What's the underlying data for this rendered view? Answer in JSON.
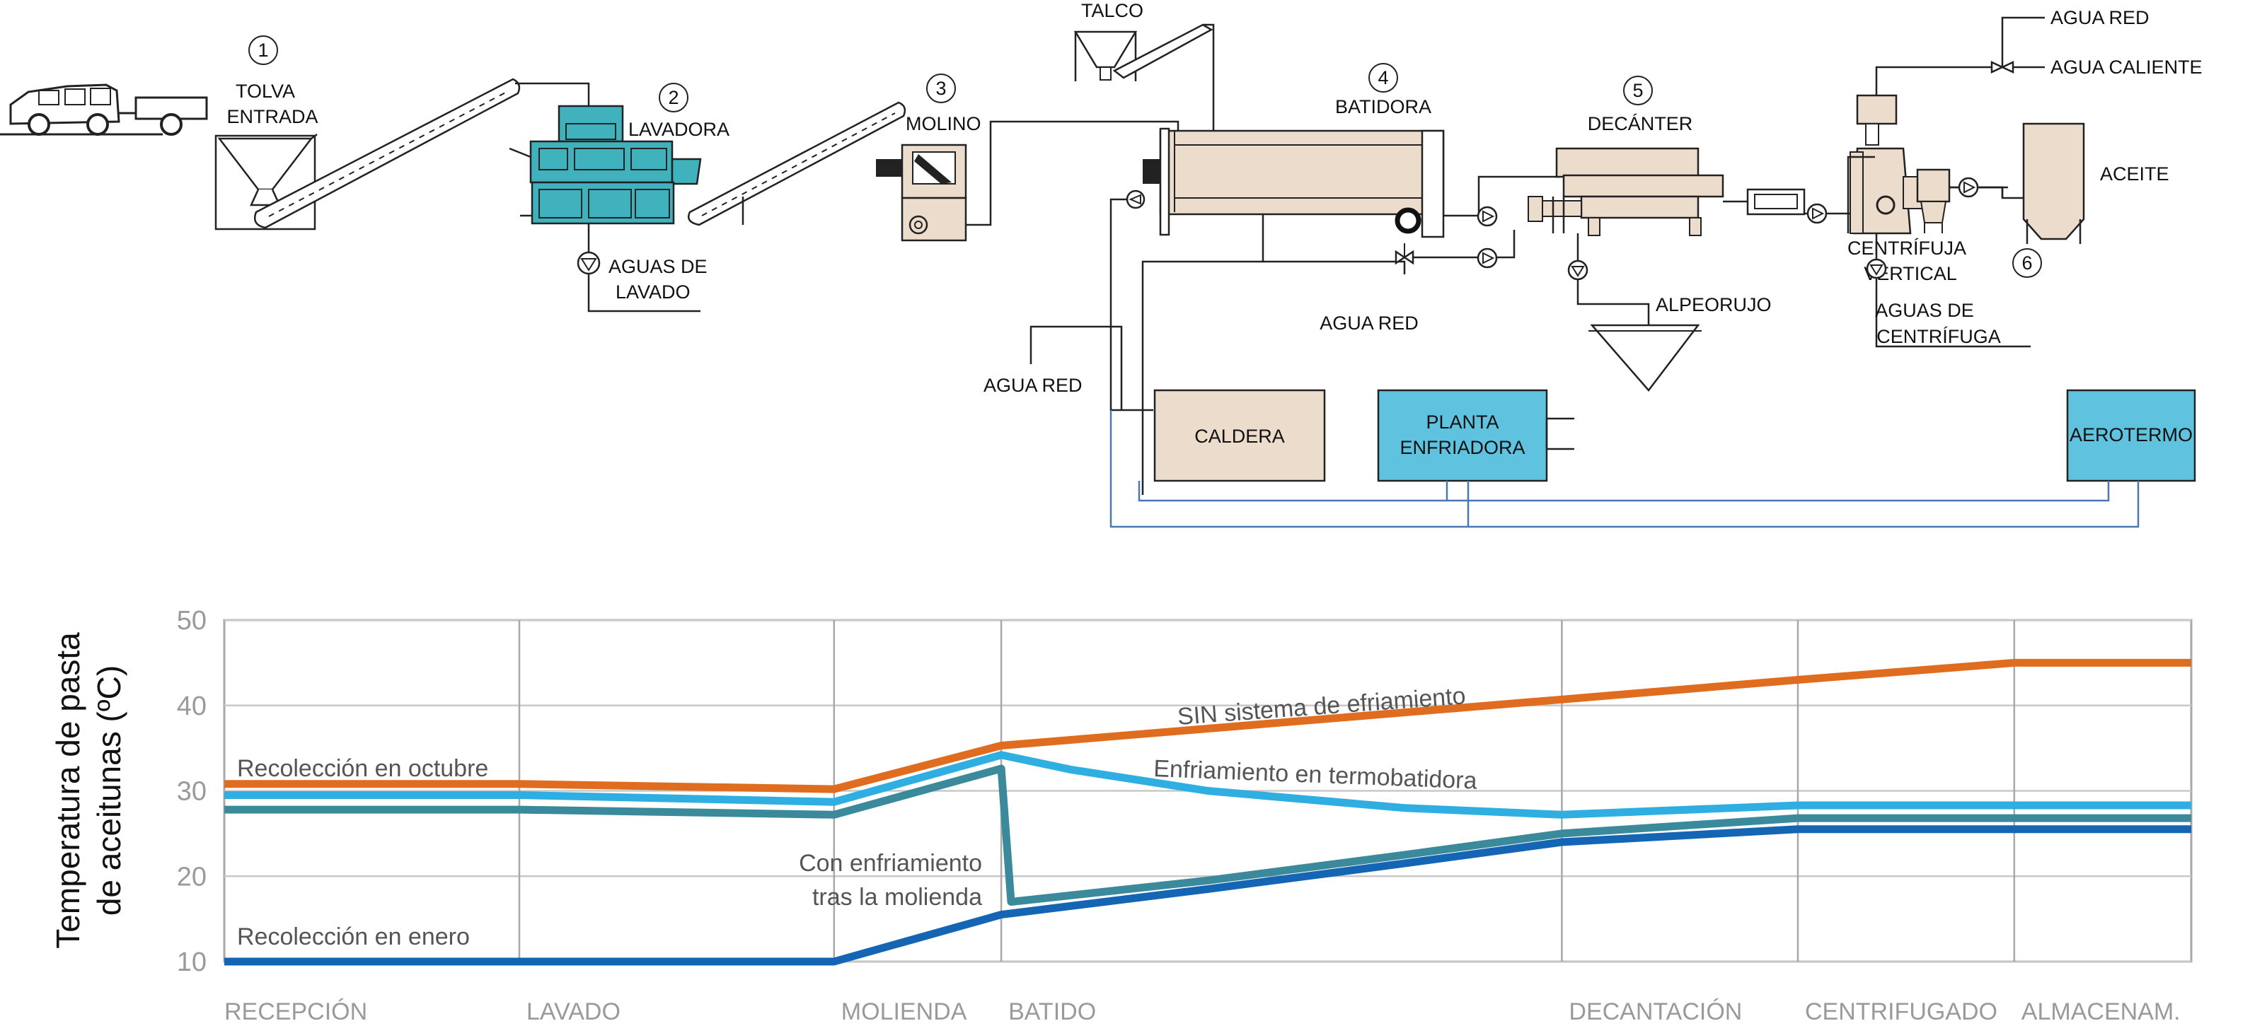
{
  "diagram": {
    "steps": [
      {
        "num": "1",
        "label_lines": [
          "TOLVA",
          "ENTRADA"
        ]
      },
      {
        "num": "2",
        "label_lines": [
          "LAVADORA"
        ]
      },
      {
        "num": "3",
        "label_lines": [
          "MOLINO"
        ]
      },
      {
        "num": "4",
        "label_lines": [
          "BATIDORA"
        ]
      },
      {
        "num": "5",
        "label_lines": [
          "DECÁNTER"
        ]
      },
      {
        "num": "6",
        "label_lines": [
          "CENTRÍFUJA",
          "VERTICAL"
        ]
      }
    ],
    "talco": "TALCO",
    "aguas_lavado": [
      "AGUAS DE",
      "LAVADO"
    ],
    "agua_red_batidora": "AGUA RED",
    "agua_red_caldera": "AGUA RED",
    "alpeorujo": "ALPEORUJO",
    "agua_red_top": "AGUA RED",
    "agua_caliente": "AGUA CALIENTE",
    "aceite": "ACEITE",
    "aguas_centrifuga": [
      "AGUAS DE",
      "CENTRÍFUGA"
    ],
    "caldera": "CALDERA",
    "planta_enfriadora": [
      "PLANTA",
      "ENFRIADORA"
    ],
    "aerotermo": "AEROTERMO",
    "colors": {
      "tan": "#ecdccb",
      "teal": "#3fb2bd",
      "cyan": "#5fc3df",
      "water": "#4a78b0"
    }
  },
  "chart_data": {
    "type": "line",
    "ylabel_lines": [
      "Temperatura de pasta",
      "de aceitunas (ºC)"
    ],
    "xlabel": "",
    "ylim": [
      10,
      50
    ],
    "yticks": [
      10,
      20,
      30,
      40,
      50
    ],
    "categories": [
      "RECEPCIÓN",
      "LAVADO",
      "MOLIENDA",
      "BATIDO",
      "DECANTACIÓN",
      "CENTRIFUGADO",
      "ALMACENAM."
    ],
    "category_positions": [
      0,
      1.5,
      3.1,
      3.95,
      6.8,
      8.0,
      9.1
    ],
    "x_max": 10,
    "series": [
      {
        "color": "#e06d1f",
        "points": [
          [
            0,
            30.8
          ],
          [
            1.5,
            30.8
          ],
          [
            3.1,
            30.2
          ],
          [
            3.95,
            35.3
          ],
          [
            6.8,
            40.7
          ],
          [
            8.0,
            43.0
          ],
          [
            9.1,
            45.0
          ],
          [
            10,
            45.0
          ]
        ]
      },
      {
        "color": "#2eaee1",
        "points": [
          [
            0,
            29.5
          ],
          [
            1.5,
            29.5
          ],
          [
            3.1,
            28.7
          ],
          [
            3.95,
            34.2
          ],
          [
            4.3,
            32.5
          ],
          [
            5.0,
            30.0
          ],
          [
            6.0,
            28.0
          ],
          [
            6.8,
            27.2
          ],
          [
            8.0,
            28.3
          ],
          [
            9.1,
            28.3
          ],
          [
            10,
            28.3
          ]
        ]
      },
      {
        "color": "#3a8a9c",
        "points": [
          [
            0,
            27.8
          ],
          [
            1.5,
            27.8
          ],
          [
            3.1,
            27.2
          ],
          [
            3.95,
            32.6
          ],
          [
            4.0,
            17.0
          ],
          [
            5.0,
            19.5
          ],
          [
            6.0,
            22.5
          ],
          [
            6.8,
            25.0
          ],
          [
            8.0,
            26.8
          ],
          [
            9.1,
            26.8
          ],
          [
            10,
            26.8
          ]
        ]
      },
      {
        "color": "#1565b5",
        "points": [
          [
            0,
            10.0
          ],
          [
            1.5,
            10.0
          ],
          [
            3.1,
            10.0
          ],
          [
            3.95,
            15.5
          ],
          [
            5.0,
            18.5
          ],
          [
            6.0,
            21.5
          ],
          [
            6.8,
            24.0
          ],
          [
            8.0,
            25.5
          ],
          [
            9.1,
            25.5
          ],
          [
            10,
            25.5
          ]
        ]
      }
    ],
    "annotations": {
      "sin": "SIN sistema de efriamiento",
      "termo": "Enfriamiento en termobatidora",
      "octubre": "Recolección en octubre",
      "enero": "Recolección en enero",
      "con_lines": [
        "Con enfriamiento",
        "tras la molienda"
      ]
    }
  }
}
